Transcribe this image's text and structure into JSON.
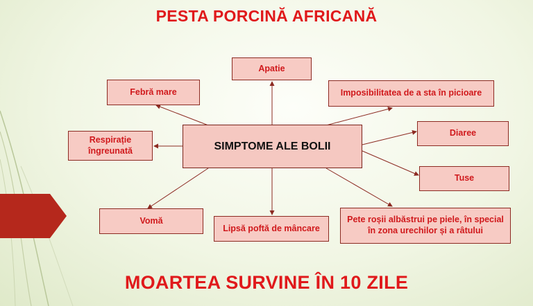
{
  "title": "PESTA PORCINĂ AFRICANĂ",
  "footer": "MOARTEA SURVINE ÎN 10 ZILE",
  "center": "SIMPTOME ALE BOLII",
  "symptoms": {
    "apatie": "Apatie",
    "febra": "Febră mare",
    "imposibilitate": "Imposibilitatea de a sta în picioare",
    "respiratie": "Respirație îngreunată",
    "diaree": "Diaree",
    "tuse": "Tuse",
    "voma": "Vomă",
    "lipsa_pofta": "Lipsă poftă de mâncare",
    "pete": "Pete roșii albăstrui pe piele, în special în zona urechilor și a râtului"
  },
  "colors": {
    "title": "#e0191b",
    "box_fill": "#f7cbc4",
    "box_border": "#8c2a22",
    "arrow": "#8c2a22",
    "accent_tab": "#b5281c"
  }
}
